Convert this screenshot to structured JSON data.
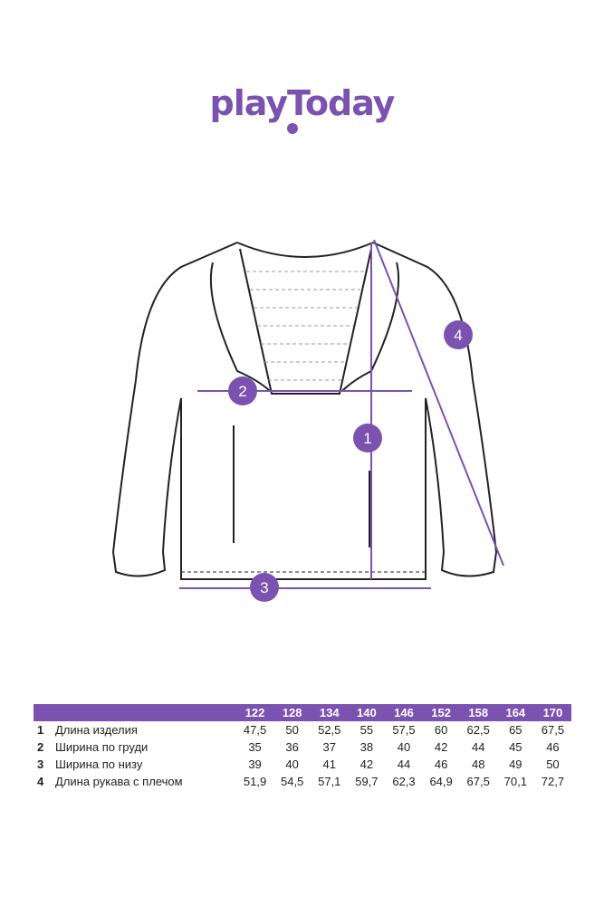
{
  "brand": {
    "logo_text": "playToday",
    "accent": "#7b52b0"
  },
  "diagram": {
    "markers": [
      "1",
      "2",
      "3",
      "4"
    ]
  },
  "table": {
    "sizes": [
      "122",
      "128",
      "134",
      "140",
      "146",
      "152",
      "158",
      "164",
      "170"
    ],
    "rows": [
      {
        "num": "1",
        "label": "Длина изделия",
        "values": [
          "47,5",
          "50",
          "52,5",
          "55",
          "57,5",
          "60",
          "62,5",
          "65",
          "67,5"
        ]
      },
      {
        "num": "2",
        "label": "Ширина по груди",
        "values": [
          "35",
          "36",
          "37",
          "38",
          "40",
          "42",
          "44",
          "45",
          "46"
        ]
      },
      {
        "num": "3",
        "label": "Ширина по низу",
        "values": [
          "39",
          "40",
          "41",
          "42",
          "44",
          "46",
          "48",
          "49",
          "50"
        ]
      },
      {
        "num": "4",
        "label": "Длина рукава с плечом",
        "values": [
          "51,9",
          "54,5",
          "57,1",
          "59,7",
          "62,3",
          "64,9",
          "67,5",
          "70,1",
          "72,7"
        ]
      }
    ]
  }
}
